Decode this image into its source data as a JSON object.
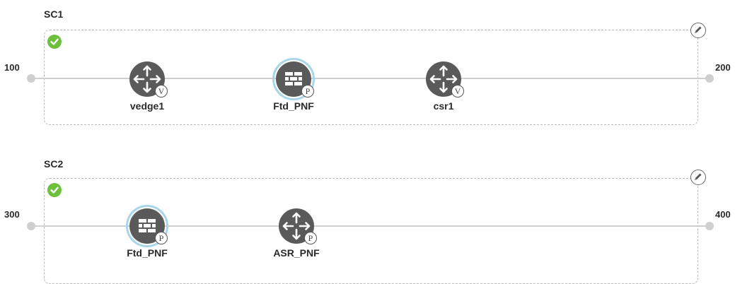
{
  "colors": {
    "accent_ring": "#a9d5ea",
    "node_fill": "#5a5a5a",
    "status_ok": "#6cc03c",
    "line": "#cfcfcf"
  },
  "chains": [
    {
      "title": "SC1",
      "status_icon": "check-circle-icon",
      "edit_icon": "pencil-icon",
      "left_port": "100",
      "right_port": "200",
      "nodes": [
        {
          "label": "vedge1",
          "icon": "router-icon",
          "badge": "V"
        },
        {
          "label": "Ftd_PNF",
          "icon": "firewall-icon",
          "badge": "P"
        },
        {
          "label": "csr1",
          "icon": "router-icon",
          "badge": "V"
        }
      ]
    },
    {
      "title": "SC2",
      "status_icon": "check-circle-icon",
      "edit_icon": "pencil-icon",
      "left_port": "300",
      "right_port": "400",
      "nodes": [
        {
          "label": "Ftd_PNF",
          "icon": "firewall-icon",
          "badge": "P"
        },
        {
          "label": "ASR_PNF",
          "icon": "router-icon",
          "badge": "P"
        }
      ]
    }
  ]
}
